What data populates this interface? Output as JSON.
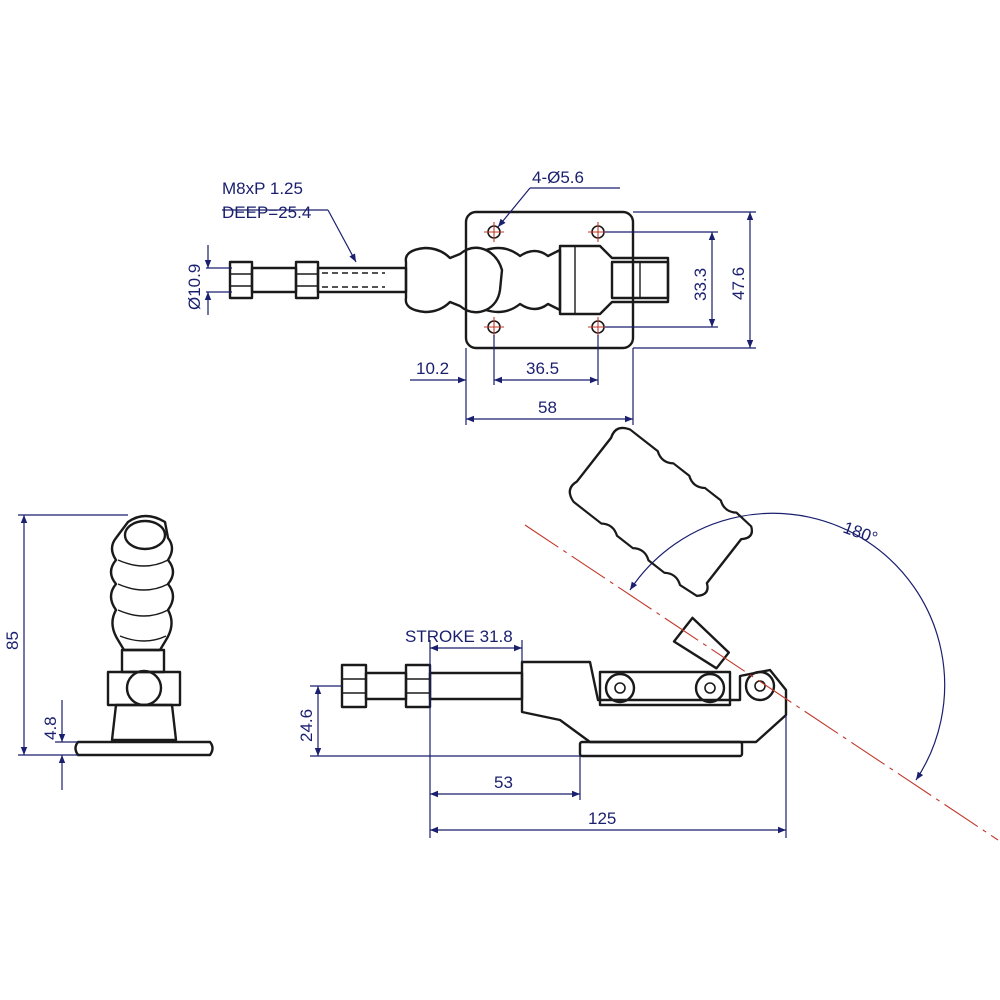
{
  "top_view": {
    "thread_spec": "M8xP 1.25",
    "thread_depth": "DEEP=25.4",
    "rod_diameter": "Ø10.9",
    "hole_callout": "4-Ø5.6",
    "hole_spacing_v": "33.3",
    "plate_width": "47.6",
    "edge_offset": "10.2",
    "hole_spacing_h": "36.5",
    "plate_length": "58"
  },
  "end_view": {
    "overall_height": "85",
    "flange_thickness": "4.8"
  },
  "side_view": {
    "swing_angle": "180°",
    "stroke": "STROKE 31.8",
    "rod_height": "24.6",
    "rod_extension": "53",
    "overall_length": "125"
  },
  "colors": {
    "part_outline": "#1a1a1a",
    "dimension": "#1a1f6e",
    "centerline": "#c0392b"
  }
}
